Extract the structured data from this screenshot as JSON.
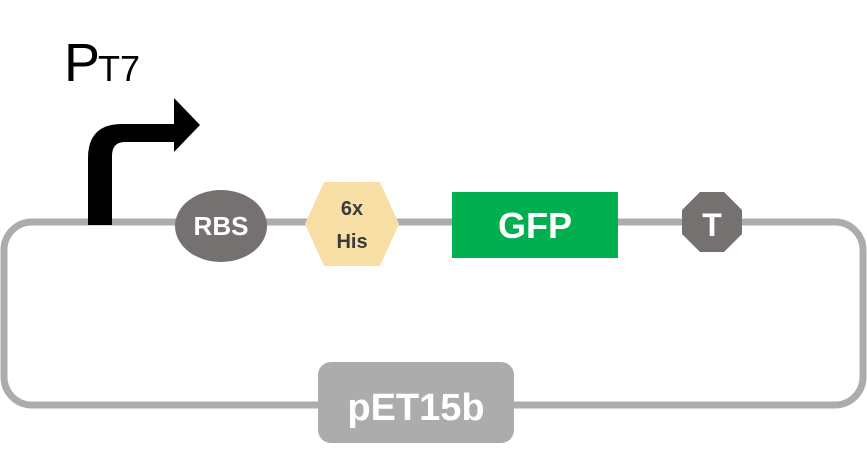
{
  "promoter": {
    "label_main": "P",
    "label_sub": "T7"
  },
  "parts": {
    "rbs": "RBS",
    "his_tag_line1": "6x",
    "his_tag_line2": "His",
    "gfp": "GFP",
    "terminator": "T"
  },
  "plasmid": {
    "name": "pET15b"
  },
  "colors": {
    "backbone": "#acacac",
    "promoter_arrow": "#000000",
    "rbs": "#767171",
    "his_tag": "#f8dfa5",
    "his_tag_text": "#3a3a3a",
    "gfp": "#00b050",
    "terminator": "#767171",
    "plasmid_label_bg": "#acacac",
    "label_text": "#ffffff"
  }
}
